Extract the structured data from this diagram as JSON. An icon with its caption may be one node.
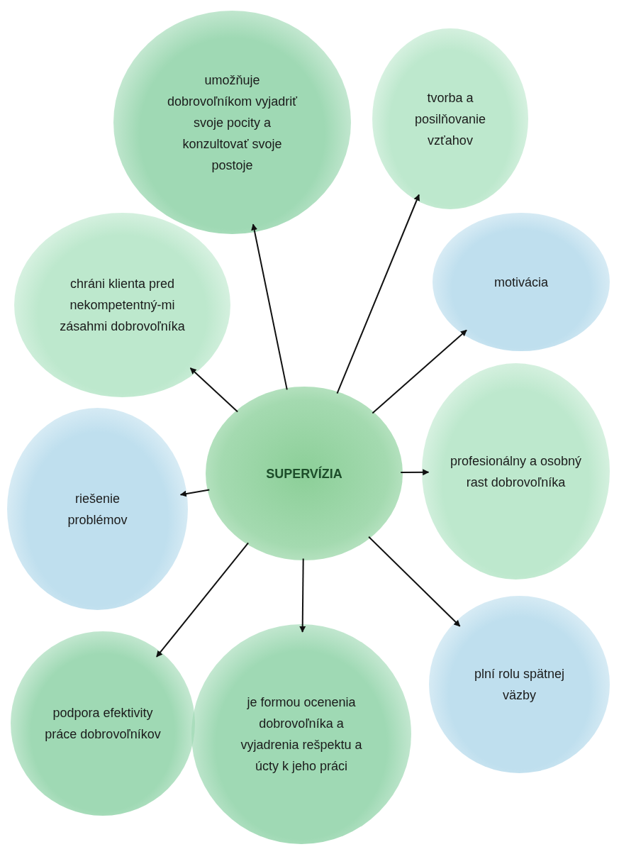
{
  "diagram": {
    "nodes": [
      {
        "text": [
          "SUPERVÍZIA"
        ]
      },
      {
        "text": [
          "umožňuje dobrovoľníkom vyjadriť svoje pocity a konzultovať svoje postoje"
        ]
      },
      {
        "text": [
          "tvorba a posilňovanie vzťahov"
        ]
      },
      {
        "text": [
          "chráni klienta pred nekompetentný-mi zásahmi dobrovoľníka"
        ]
      },
      {
        "text": [
          "motivácia"
        ]
      },
      {
        "text": [
          "profesionálny a osobný rast dobrovoľníka"
        ]
      },
      {
        "text": [
          "riešenie problémov"
        ]
      },
      {
        "text": [
          "podpora efektivity práce dobrovoľníkov"
        ]
      },
      {
        "text": [
          "je formou ocenenia dobrovoľníka a vyjadrenia rešpektu a úcty k jeho práci"
        ]
      },
      {
        "text": [
          "plní rolu spätnej väzby"
        ]
      }
    ],
    "edges": [
      {
        "from": 0,
        "to": 1,
        "arrow": "to"
      },
      {
        "from": 0,
        "to": 2,
        "arrow": "to"
      },
      {
        "from": 0,
        "to": 3,
        "arrow": "to"
      },
      {
        "from": 0,
        "to": 4,
        "arrow": "to"
      },
      {
        "from": 0,
        "to": 5,
        "arrow": "to"
      },
      {
        "from": 0,
        "to": 6,
        "arrow": "to"
      },
      {
        "from": 0,
        "to": 7,
        "arrow": "to"
      },
      {
        "from": 0,
        "to": 8,
        "arrow": "to"
      },
      {
        "from": 0,
        "to": 9,
        "arrow": "to"
      }
    ]
  }
}
